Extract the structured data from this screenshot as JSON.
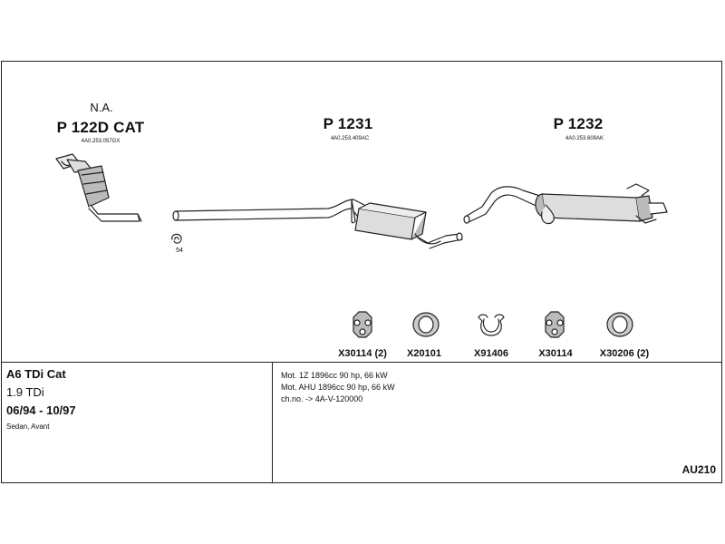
{
  "parts": [
    {
      "note": "N.A.",
      "code": "P 122D CAT",
      "oem": "4A0.253.057GX"
    },
    {
      "note": "",
      "code": "P 1231",
      "oem": "4A0.253.409AC"
    },
    {
      "note": "",
      "code": "P 1232",
      "oem": "4A0.253.609AK"
    }
  ],
  "clamp_label": "54",
  "accessories": [
    {
      "code": "X30114 (2)",
      "icon": "rubber-hanger-icon"
    },
    {
      "code": "X20101",
      "icon": "gasket-ring-icon"
    },
    {
      "code": "X91406",
      "icon": "clamp-icon"
    },
    {
      "code": "X30114",
      "icon": "rubber-hanger-icon"
    },
    {
      "code": "X30206 (2)",
      "icon": "gasket-ring-icon"
    }
  ],
  "vehicle": {
    "model": "A6 TDi Cat",
    "engine": "1.9 TDi",
    "years": "06/94 - 10/97",
    "body": "Sedan, Avant"
  },
  "notes": [
    "Mot. 1Z 1896cc 90 hp, 66 kW",
    "Mot. AHU 1896cc 90 hp, 66 kW",
    "ch.no. -> 4A-V-120000"
  ],
  "reference": "AU210"
}
